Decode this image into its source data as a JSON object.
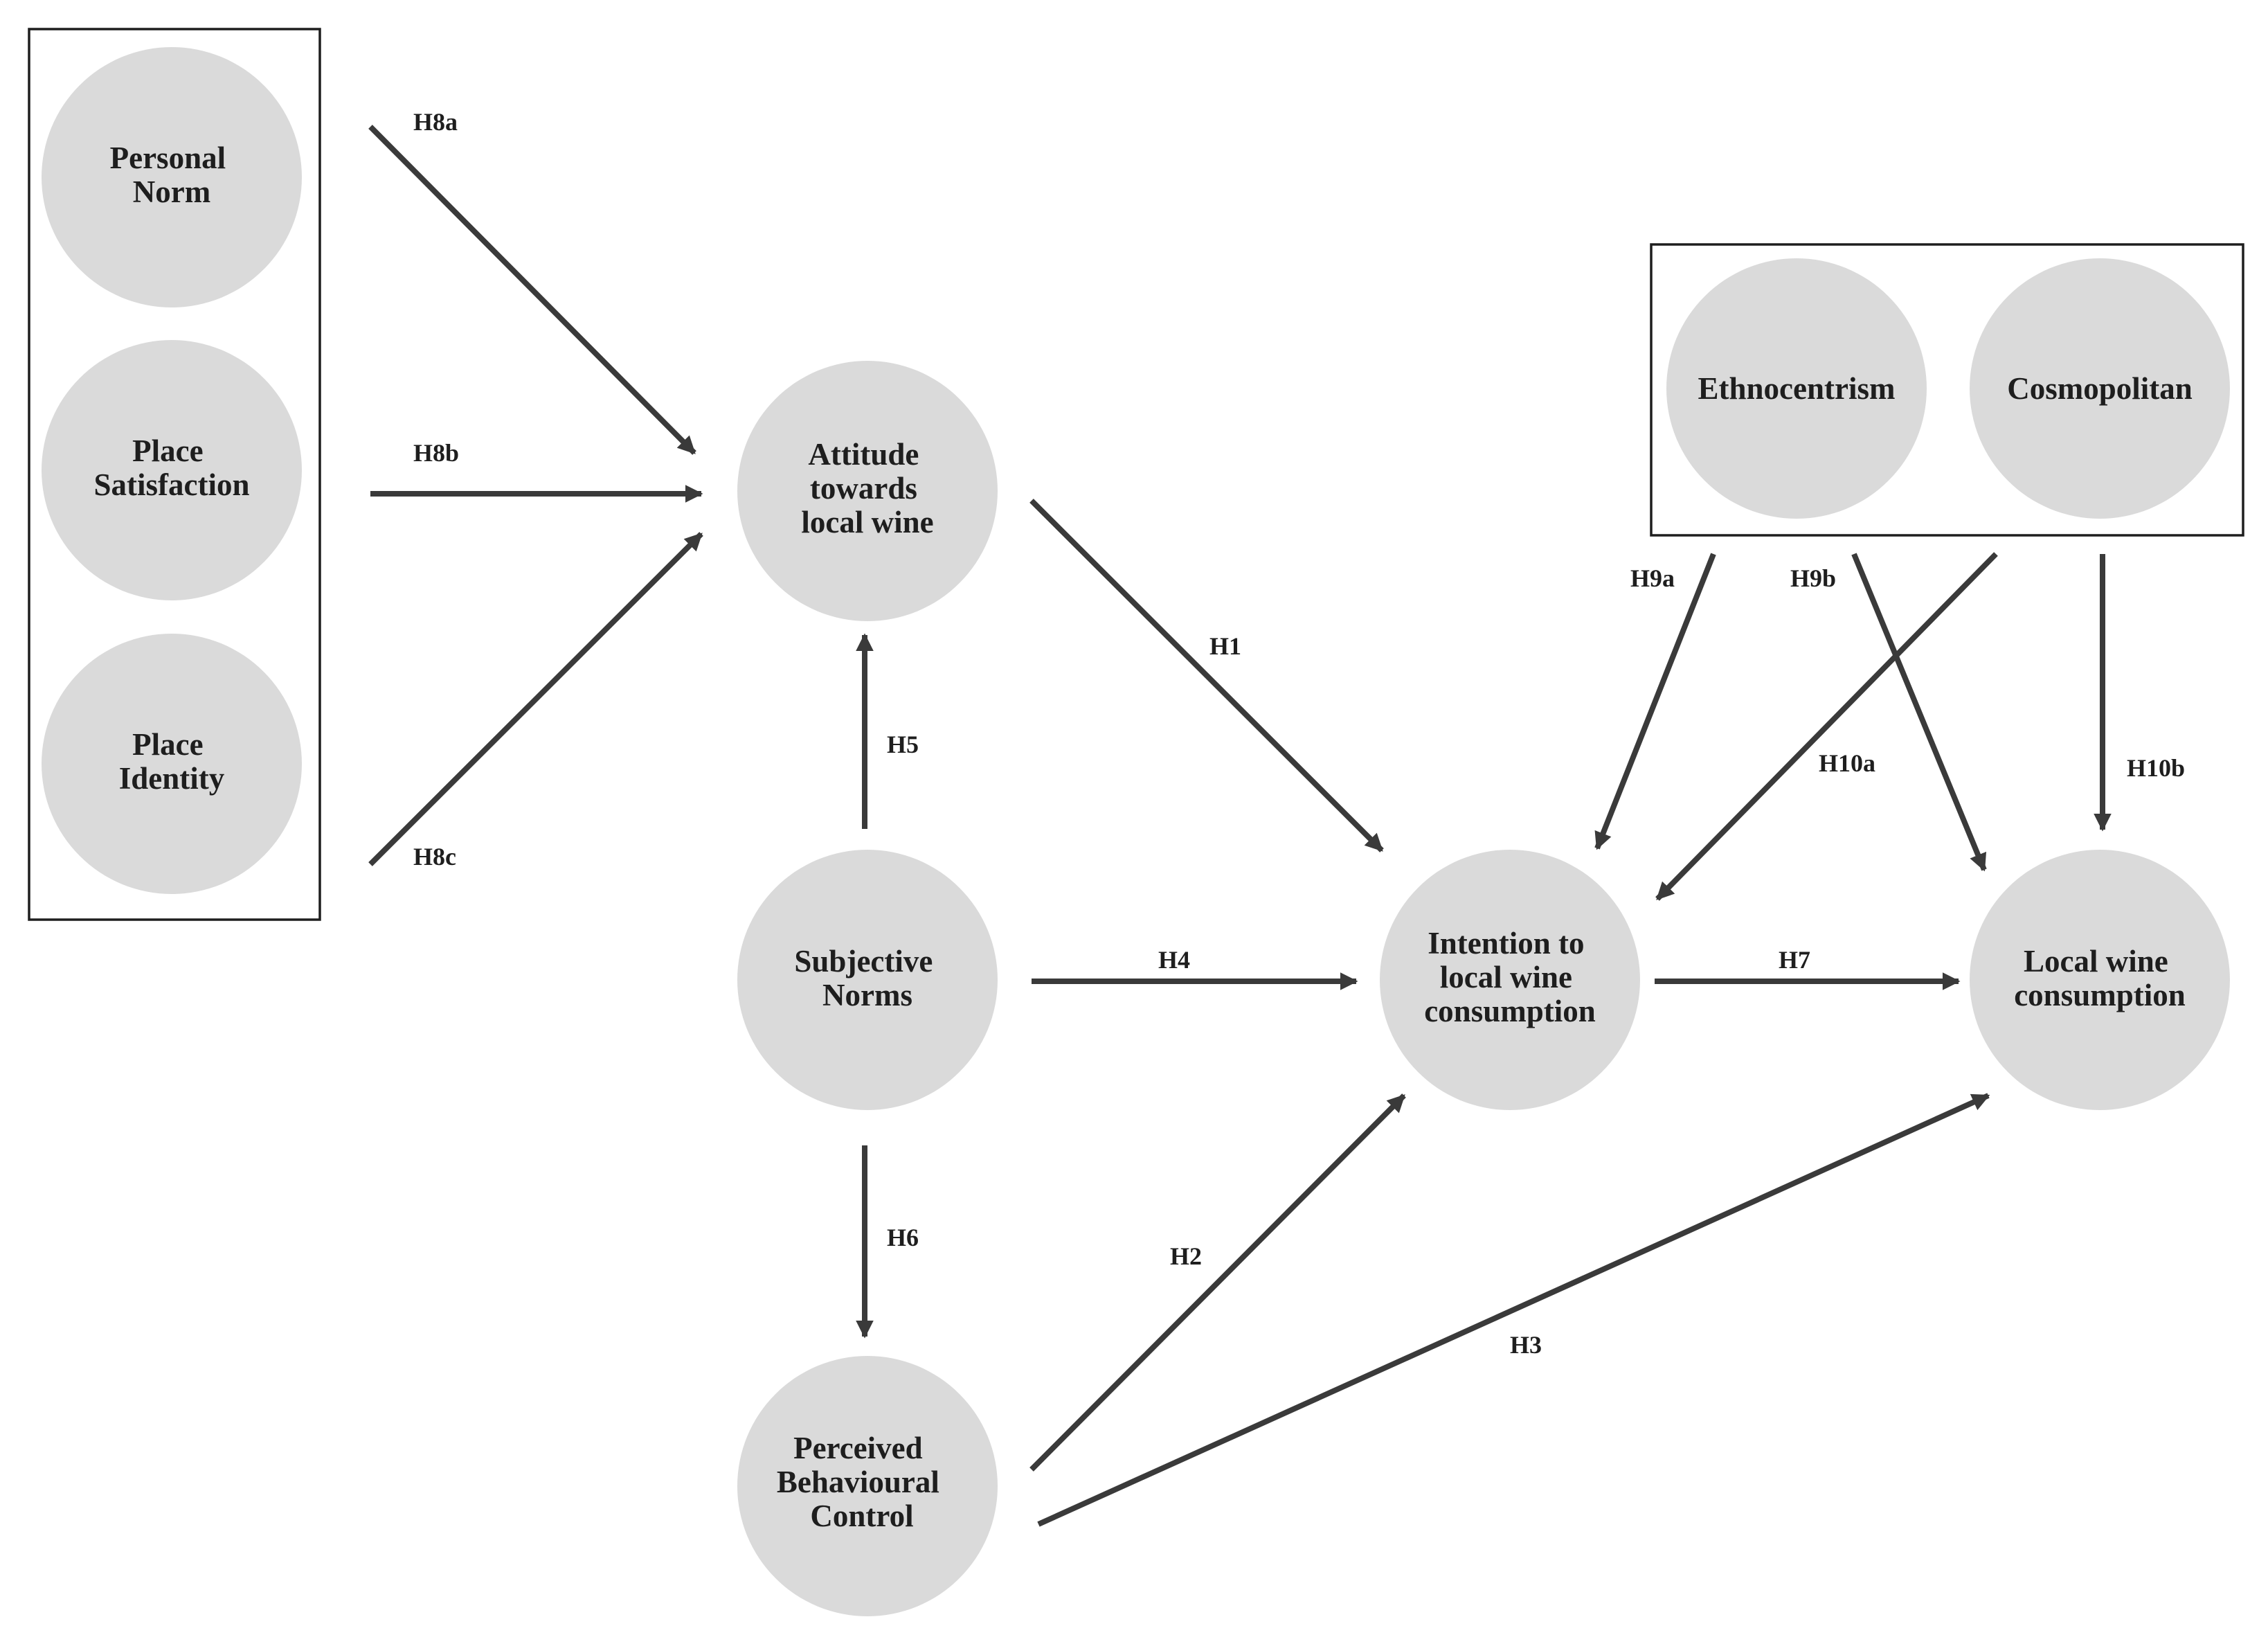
{
  "nodes": {
    "personal_norm": [
      "Personal",
      "Norm"
    ],
    "place_satisfaction": [
      "Place",
      "Satisfaction"
    ],
    "place_identity": [
      "Place",
      "Identity"
    ],
    "attitude": [
      "Attitude",
      "towards",
      "local wine"
    ],
    "subjective_norms": [
      "Subjective",
      "Norms"
    ],
    "pbc": [
      "Perceived",
      "Behavioural",
      "Control"
    ],
    "intention": [
      "Intention to",
      "local wine",
      "consumption"
    ],
    "consumption": [
      "Local wine",
      "consumption"
    ],
    "ethnocentrism": [
      "Ethnocentrism"
    ],
    "cosmopolitan": [
      "Cosmopolitan"
    ]
  },
  "edges": {
    "h8a": "H8a",
    "h8b": "H8b",
    "h8c": "H8c",
    "h1": "H1",
    "h5": "H5",
    "h4": "H4",
    "h6": "H6",
    "h2": "H2",
    "h3": "H3",
    "h7": "H7",
    "h9a": "H9a",
    "h9b": "H9b",
    "h10a": "H10a",
    "h10b": "H10b"
  },
  "colors": {
    "node_fill": "#dadada",
    "arrow": "#3a3a3a",
    "text": "#1e1e1e"
  }
}
